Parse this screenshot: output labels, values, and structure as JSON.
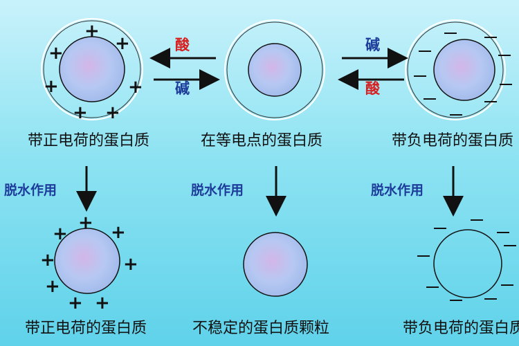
{
  "labels": {
    "top_left": "带正电荷的蛋白质",
    "top_center": "在等电点的蛋白质",
    "top_right": "带负电荷的蛋白质",
    "bottom_left": "带正电荷的蛋白质",
    "bottom_center": "不稳定的蛋白质颗粒",
    "bottom_right": "带负电荷的蛋白质"
  },
  "arrows": {
    "acid_top": "酸",
    "base_bottom": "碱",
    "base_top": "碱",
    "acid_bottom": "酸"
  },
  "process": {
    "left": "脱水作用",
    "center": "脱水作用",
    "right": "脱水作用"
  },
  "colors": {
    "acid": "#d62020",
    "base": "#1d3b9a",
    "particle_fill": "#b9c8f0",
    "ring": "#ffffff"
  },
  "symbols": {
    "plus": "+",
    "minus": "—"
  }
}
